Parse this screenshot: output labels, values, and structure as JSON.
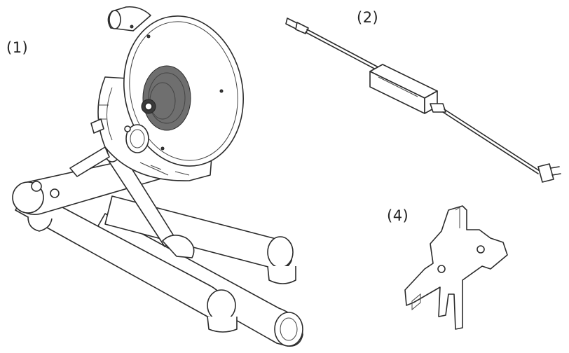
{
  "labels": {
    "item_1": "(1)",
    "item_2": "(2)",
    "item_4": "(4)"
  }
}
